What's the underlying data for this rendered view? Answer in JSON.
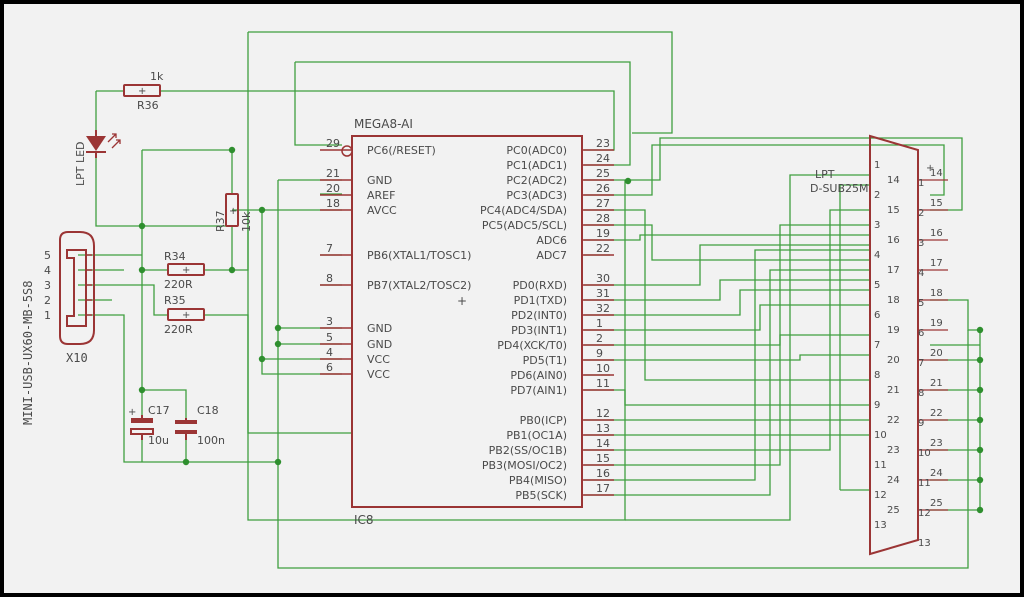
{
  "ic": {
    "name": "MEGA8-AI",
    "ref": "IC8",
    "left_pins": [
      {
        "num": "29",
        "label": "PC6(/RESET)"
      },
      {
        "num": "21",
        "label": "GND"
      },
      {
        "num": "20",
        "label": "AREF"
      },
      {
        "num": "18",
        "label": "AVCC"
      },
      {
        "num": "7",
        "label": "PB6(XTAL1/TOSC1)"
      },
      {
        "num": "8",
        "label": "PB7(XTAL2/TOSC2)"
      },
      {
        "num": "3",
        "label": "GND"
      },
      {
        "num": "5",
        "label": "GND"
      },
      {
        "num": "4",
        "label": "VCC"
      },
      {
        "num": "6",
        "label": "VCC"
      }
    ],
    "right_pins": [
      {
        "num": "23",
        "label": "PC0(ADC0)"
      },
      {
        "num": "24",
        "label": "PC1(ADC1)"
      },
      {
        "num": "25",
        "label": "PC2(ADC2)"
      },
      {
        "num": "26",
        "label": "PC3(ADC3)"
      },
      {
        "num": "27",
        "label": "PC4(ADC4/SDA)"
      },
      {
        "num": "28",
        "label": "PC5(ADC5/SCL)"
      },
      {
        "num": "19",
        "label": "ADC6"
      },
      {
        "num": "22",
        "label": "ADC7"
      },
      {
        "num": "30",
        "label": "PD0(RXD)"
      },
      {
        "num": "31",
        "label": "PD1(TXD)"
      },
      {
        "num": "32",
        "label": "PD2(INT0)"
      },
      {
        "num": "1",
        "label": "PD3(INT1)"
      },
      {
        "num": "2",
        "label": "PD4(XCK/T0)"
      },
      {
        "num": "9",
        "label": "PD5(T1)"
      },
      {
        "num": "10",
        "label": "PD6(AIN0)"
      },
      {
        "num": "11",
        "label": "PD7(AIN1)"
      },
      {
        "num": "12",
        "label": "PB0(ICP)"
      },
      {
        "num": "13",
        "label": "PB1(OC1A)"
      },
      {
        "num": "14",
        "label": "PB2(SS/OC1B)"
      },
      {
        "num": "15",
        "label": "PB3(MOSI/OC2)"
      },
      {
        "num": "16",
        "label": "PB4(MISO)"
      },
      {
        "num": "17",
        "label": "PB5(SCK)"
      }
    ]
  },
  "components": {
    "r36": {
      "name": "R36",
      "value": "1k"
    },
    "r37": {
      "name": "R37",
      "value": "10k"
    },
    "r34": {
      "name": "R34",
      "value": "220R"
    },
    "r35": {
      "name": "R35",
      "value": "220R"
    },
    "c17": {
      "name": "C17",
      "value": "10u"
    },
    "c18": {
      "name": "C18",
      "value": "100n"
    },
    "led": {
      "name": "LPT LED"
    },
    "usb": {
      "name": "X10",
      "part": "MINI-USB-UX60-MB-5S8",
      "pins": [
        "5",
        "4",
        "3",
        "2",
        "1"
      ]
    }
  },
  "connector": {
    "name": "LPT",
    "part": "D-SUB25M",
    "pins_left": [
      "1",
      "2",
      "3",
      "4",
      "5",
      "6",
      "7",
      "8",
      "9",
      "10",
      "11",
      "12",
      "13"
    ],
    "pins_left_inner": [
      "14",
      "15",
      "16",
      "17",
      "18",
      "19",
      "20",
      "21",
      "22",
      "23",
      "24",
      "25"
    ],
    "pins_right_outer": [
      "14",
      "15",
      "16",
      "17",
      "18",
      "19",
      "20",
      "21",
      "22",
      "23",
      "24",
      "25"
    ],
    "pins_right_inner": [
      "1",
      "2",
      "3",
      "4",
      "5",
      "6",
      "7",
      "8",
      "9",
      "10",
      "11",
      "12",
      "13"
    ]
  },
  "colors": {
    "wire": "#3f9f3f",
    "body": "#9b3535",
    "text": "#4a4a4a",
    "background": "#f2f2f2"
  }
}
